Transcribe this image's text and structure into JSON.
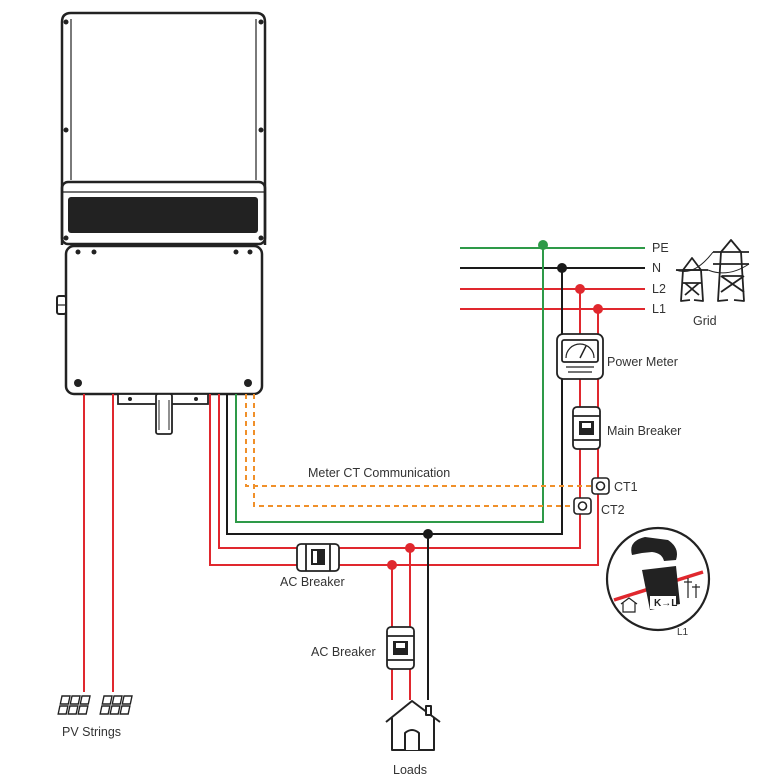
{
  "labels": {
    "pe": "PE",
    "n": "N",
    "l2": "L2",
    "l1": "L1",
    "grid": "Grid",
    "power_meter": "Power Meter",
    "main_breaker": "Main Breaker",
    "meter_ct_comm": "Meter CT Communication",
    "ct1": "CT1",
    "ct2": "CT2",
    "ac_breaker_1": "AC Breaker",
    "ac_breaker_2": "AC Breaker",
    "pv_strings": "PV Strings",
    "loads": "Loads",
    "clamp_arrow": "K→L",
    "clamp_line": "L1"
  },
  "colors": {
    "pe_wire": "#2e9a48",
    "neutral_wire": "#1a1a1a",
    "line_wire": "#e0282e",
    "comm_wire": "#f0902a",
    "outline": "#222222"
  }
}
